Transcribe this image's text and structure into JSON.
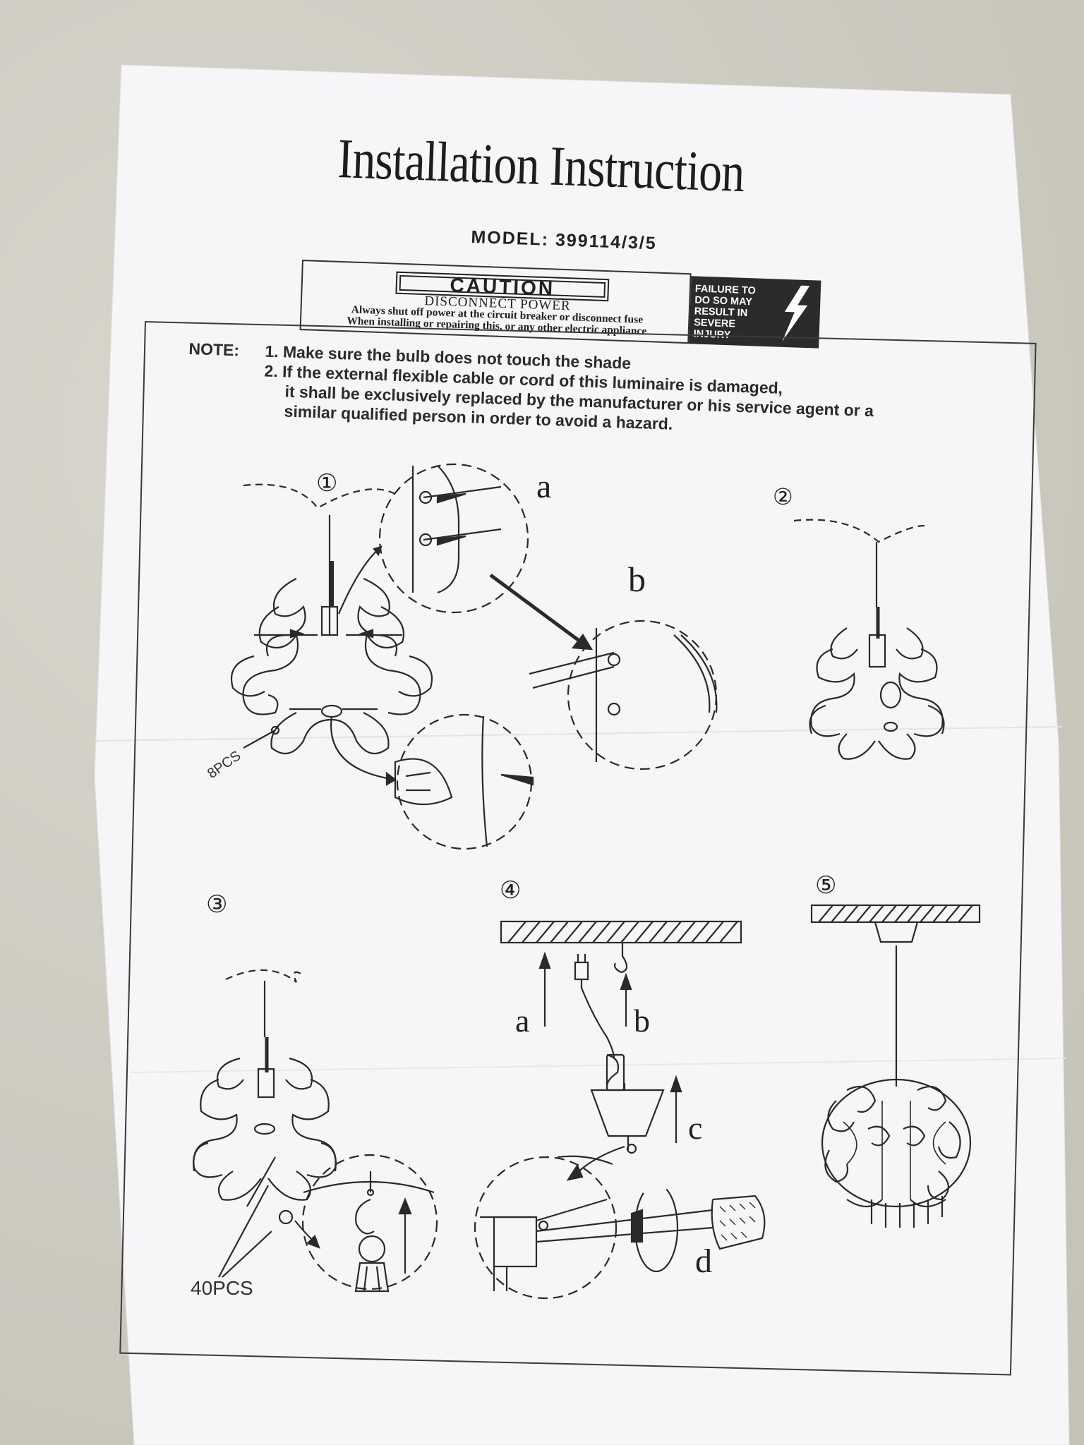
{
  "title": "Installation Instruction",
  "model": "MODEL:  399114/3/5",
  "caution": {
    "label": "CAUTION",
    "line1": "DISCONNECT POWER",
    "line2": "Always shut off power at the circuit breaker or disconnect fuse",
    "line3": "When installing or repairing this, or any other electric appliance",
    "warning": [
      "FAILURE TO",
      "DO SO MAY",
      "RESULT IN",
      "SEVERE",
      "INJURY"
    ]
  },
  "note": {
    "tag": "NOTE:",
    "lines": [
      "1. Make sure the bulb does not touch the shade",
      "2. If the external flexible cable or cord of this luminaire is damaged,",
      "it shall be exclusively replaced by the manufacturer or his service agent or a",
      "similar qualified person in order to avoid a hazard."
    ]
  },
  "steps": {
    "s1": "①",
    "s2": "②",
    "s3": "③",
    "s4": "④",
    "s5": "⑤"
  },
  "labels": {
    "a": "a",
    "b": "b",
    "pcs8": "8PCS",
    "pcs40": "40PCS",
    "s4a": "a",
    "s4b": "b",
    "s4c": "c",
    "s4d": "d"
  }
}
